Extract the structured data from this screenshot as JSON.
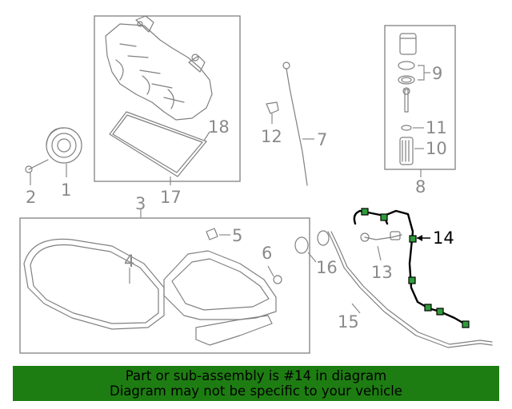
{
  "callouts": {
    "c1": "1",
    "c2": "2",
    "c3": "3",
    "c4": "4",
    "c5": "5",
    "c6": "6",
    "c7": "7",
    "c8": "8",
    "c9": "9",
    "c10": "10",
    "c11": "11",
    "c12": "12",
    "c13": "13",
    "c14": "14",
    "c15": "15",
    "c16": "16",
    "c17": "17",
    "c18": "18"
  },
  "highlight": {
    "part_number": "14",
    "color": "#000000",
    "connector_color": "#2f9c3a"
  },
  "banner": {
    "line1": "Part or sub-assembly is #14 in diagram",
    "line2": "Diagram may not be specific to your vehicle",
    "background": "#1e7d12"
  }
}
